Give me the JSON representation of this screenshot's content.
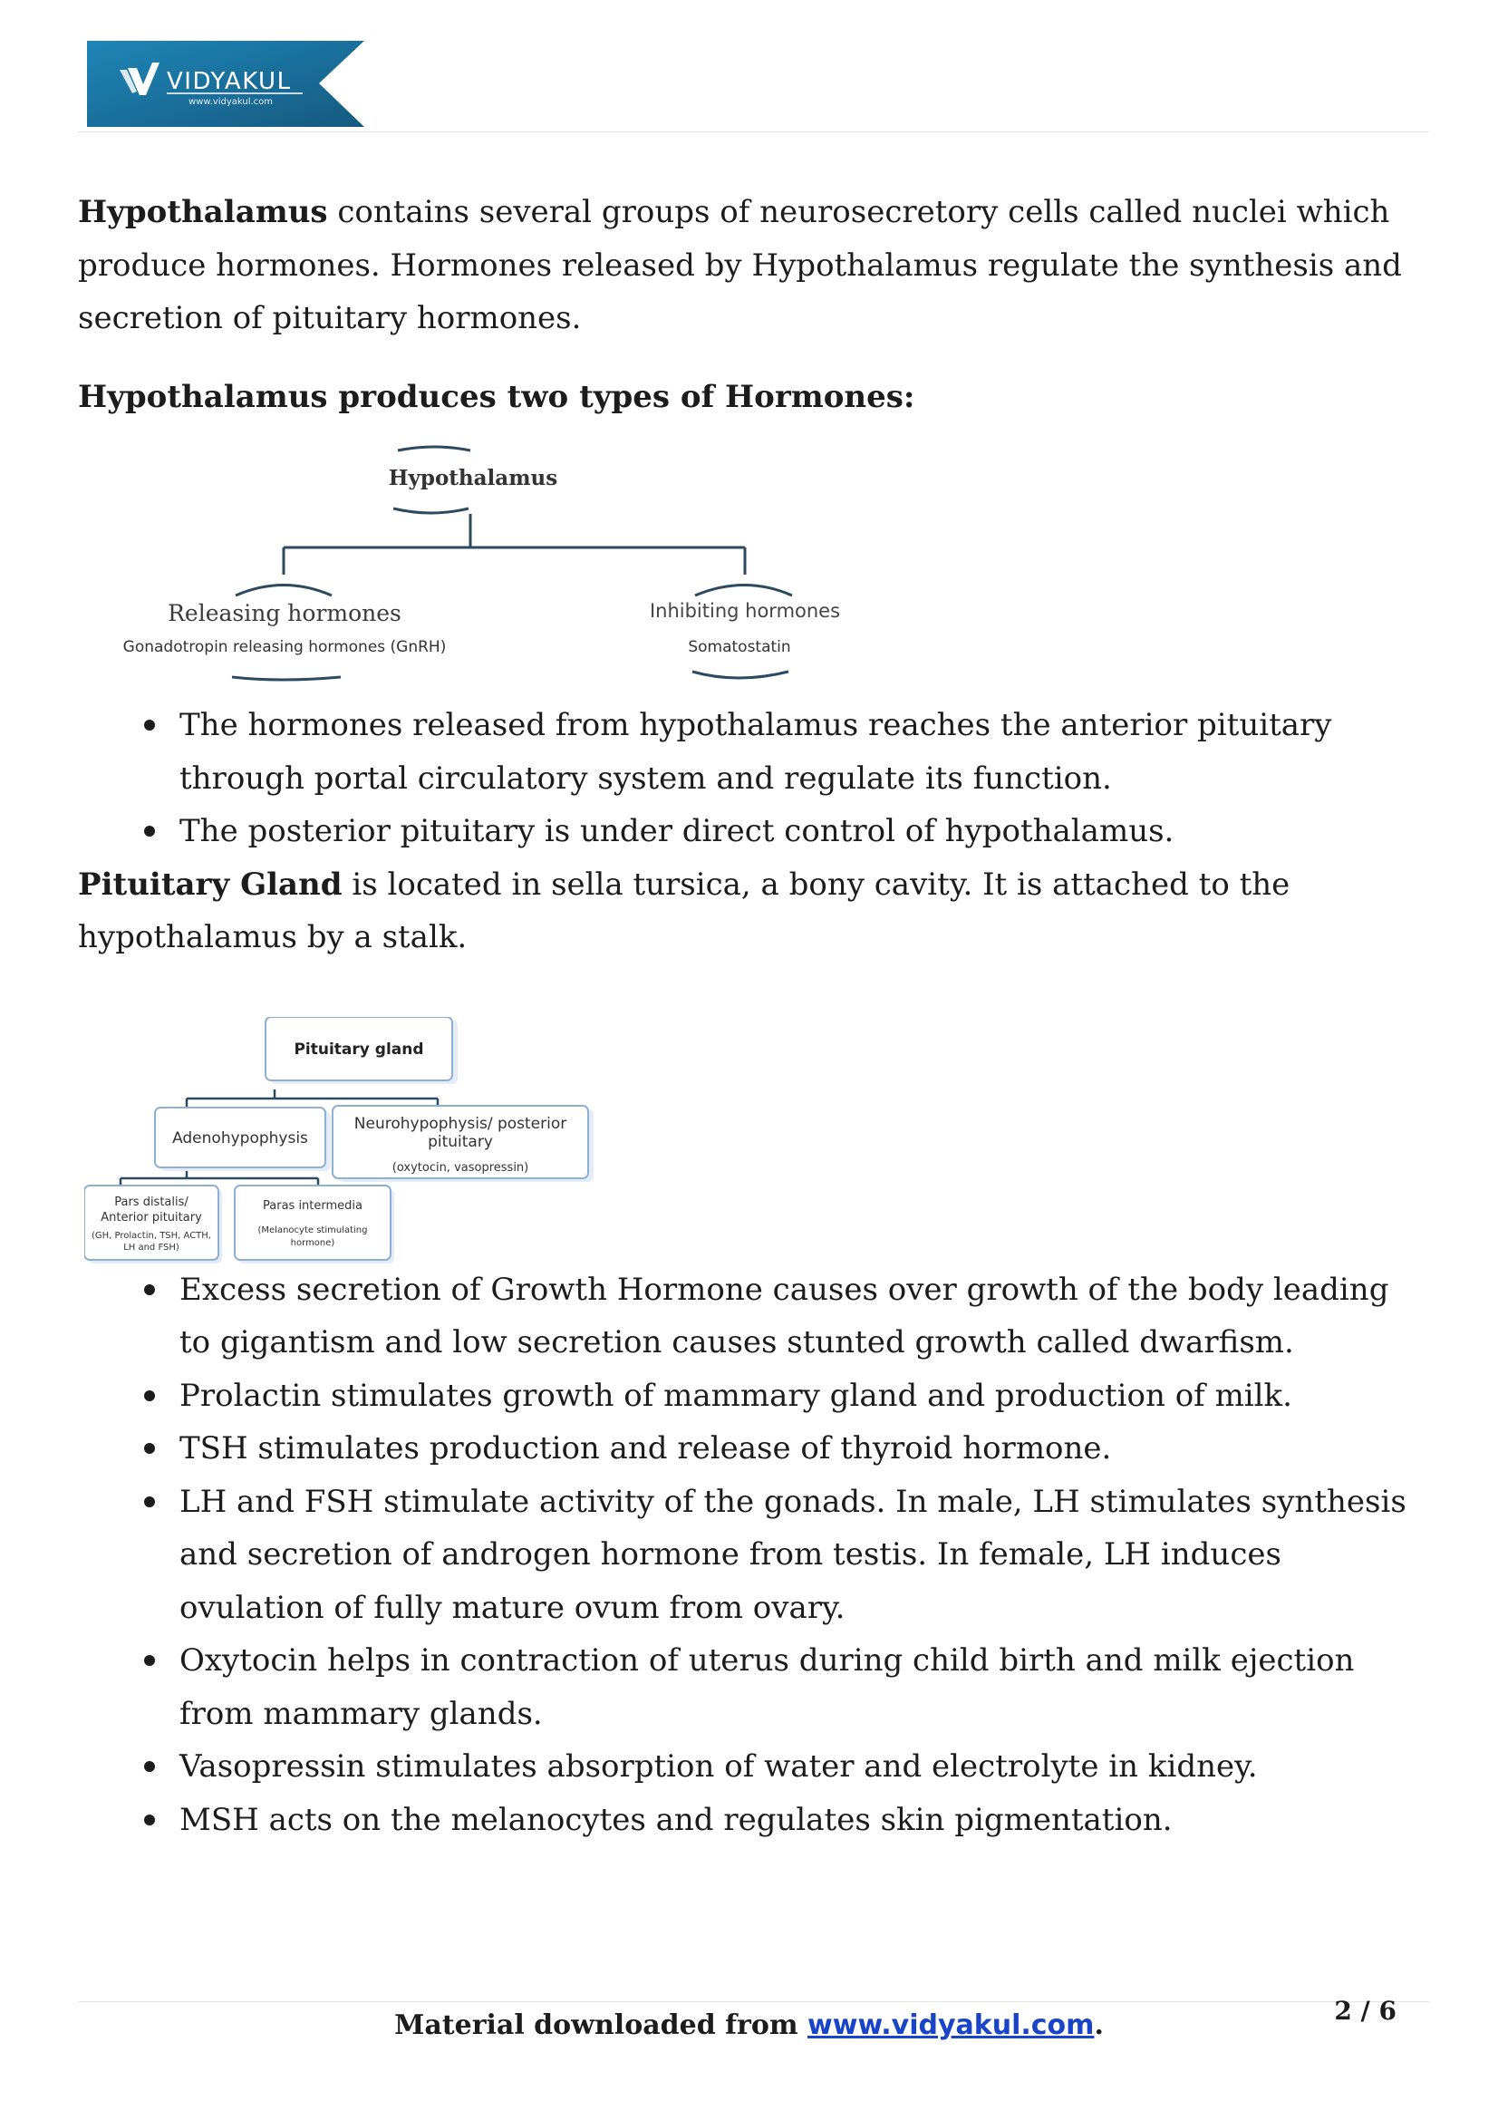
{
  "header": {
    "logo_text": "VIDYAKUL",
    "logo_url": "www.vidyakul.com",
    "logo_color": "#1c6e99"
  },
  "section1": {
    "lead": "Hypothalamus",
    "text": " contains several groups of neurosecretory cells called nuclei which produce hormones. Hormones released by Hypothalamus regulate the synthesis and secretion of pituitary hormones."
  },
  "heading1": "Hypothalamus produces two types of Hormones:",
  "diagram1": {
    "root": "Hypothalamus",
    "left_title": "Releasing hormones",
    "left_sub": "Gonadotropin  releasing hormones (GnRH)",
    "right_title": "Inhibiting hormones",
    "right_sub": "Somatostatin"
  },
  "list1": [
    "The hormones released from hypothalamus reaches the anterior pituitary through portal circulatory system and regulate its function.",
    "The posterior pituitary is under direct control of hypothalamus."
  ],
  "section2": {
    "lead": "Pituitary Gland",
    "text": " is located in sella tursica, a bony cavity. It is attached to the hypothalamus by a stalk."
  },
  "diagram2": {
    "root": "Pituitary gland",
    "adeno": "Adenohypophysis",
    "neuro_line1": "Neurohypophysis/ posterior",
    "neuro_line2": "pituitary",
    "neuro_sub": "(oxytocin, vasopressin)",
    "pars_line1": "Pars distalis/",
    "pars_line2": "Anterior pituitary",
    "pars_sub1": "(GH, Prolactin, TSH, ACTH,",
    "pars_sub2": "LH and FSH)",
    "paras_line1": "Paras intermedia",
    "paras_sub1": "(Melanocyte stimulating",
    "paras_sub2": "hormone)"
  },
  "list2": [
    "Excess secretion of Growth Hormone causes over growth of the body leading to gigantism and low secretion causes stunted growth called dwarfism.",
    "Prolactin stimulates growth of mammary gland and production of milk.",
    "TSH stimulates production and release of thyroid hormone.",
    "LH and FSH stimulate activity of the gonads. In male, LH stimulates synthesis and secretion of androgen hormone from testis. In female, LH induces ovulation of fully mature ovum from ovary.",
    "Oxytocin helps in contraction of uterus during child birth and milk ejection from mammary glands.",
    "Vasopressin stimulates absorption of water and electrolyte in kidney.",
    "MSH acts on the melanocytes and regulates skin pigmentation."
  ],
  "footer": {
    "prefix": "Material downloaded from ",
    "link": "www.vidyakul.com",
    "suffix": ".",
    "page": "2 / 6"
  }
}
